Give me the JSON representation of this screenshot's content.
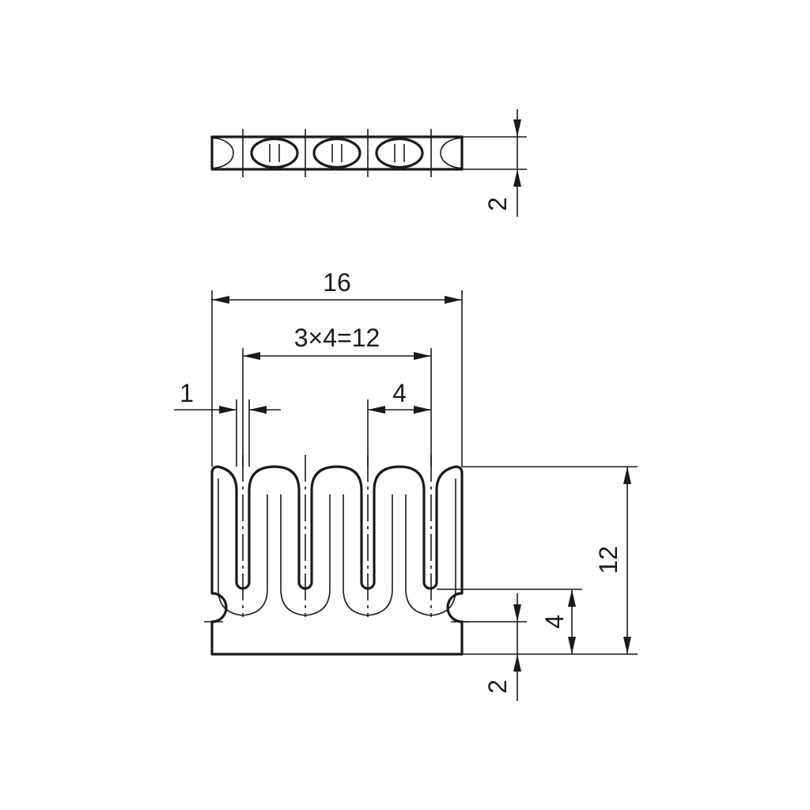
{
  "diagram": {
    "line_color": "#1a1a1a",
    "background": "#ffffff",
    "dimensions": {
      "top_thickness": "2",
      "overall_width": "16",
      "pitch_total": "3×4=12",
      "slot_width": "1",
      "pitch": "4",
      "height": "12",
      "slot_bottom_offset": "4",
      "base_thickness": "2"
    }
  }
}
